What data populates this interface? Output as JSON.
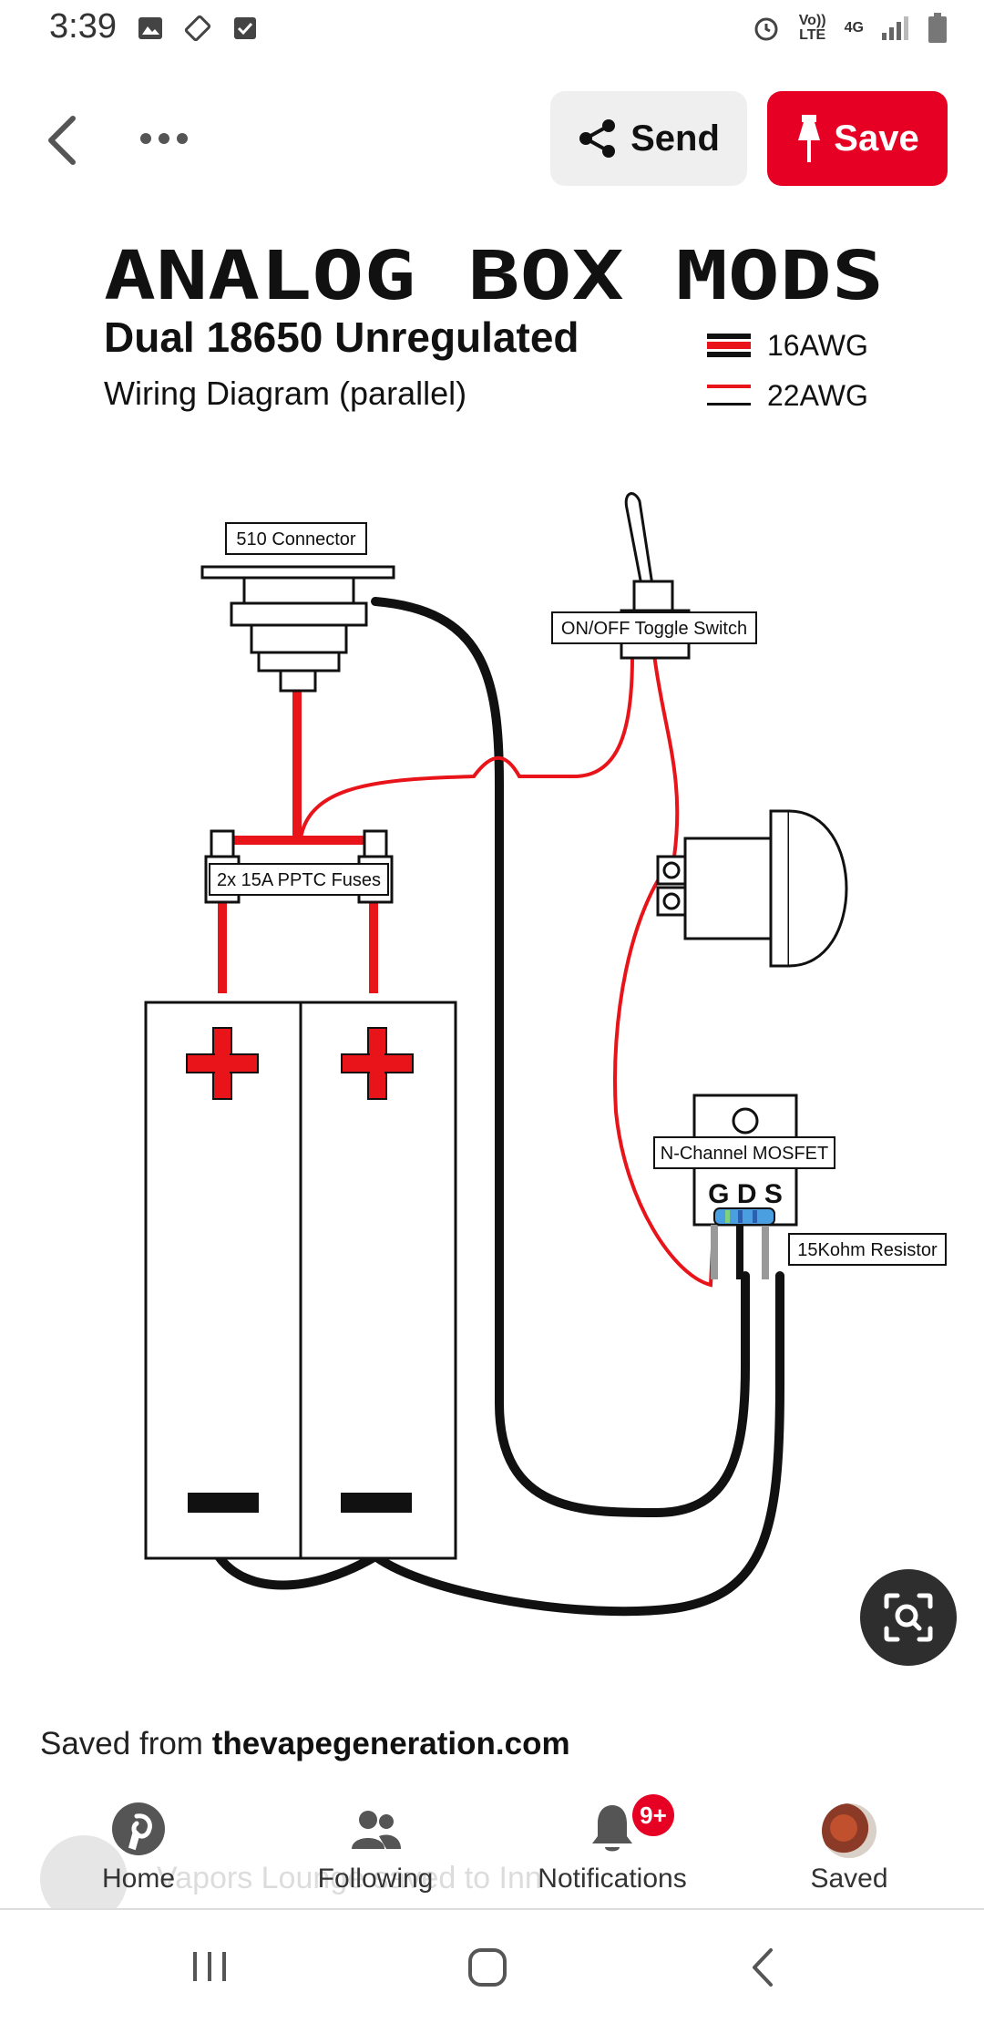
{
  "status_bar": {
    "time": "3:39",
    "volte_label": "Vo)) LTE",
    "network_label": "4G"
  },
  "top_bar": {
    "send_label": "Send",
    "save_label": "Save"
  },
  "pin": {
    "diagram": {
      "title": "ANALOG BOX MODS",
      "subtitle": "Dual 18650 Unregulated",
      "caption": "Wiring Diagram (parallel)",
      "legend": [
        "16AWG",
        "22AWG"
      ],
      "labels": {
        "connector": "510 Connector",
        "toggle": "ON/OFF Toggle Switch",
        "fuses": "2x 15A PPTC Fuses",
        "mosfet": "N-Channel MOSFET",
        "gds": "G D S",
        "resistor": "15Kohm Resistor"
      }
    },
    "saved_from_prefix": "Saved from ",
    "saved_from_domain": "thevapegeneration.com"
  },
  "overlay": {
    "text": "Vapors Lounge saved to Inn"
  },
  "bottom_nav": {
    "items": [
      {
        "label": "Home"
      },
      {
        "label": "Following"
      },
      {
        "label": "Notifications",
        "badge": "9+"
      },
      {
        "label": "Saved"
      }
    ]
  },
  "colors": {
    "pinterest_red": "#e60023",
    "wire_red": "#e8141a",
    "wire_black": "#111111"
  }
}
